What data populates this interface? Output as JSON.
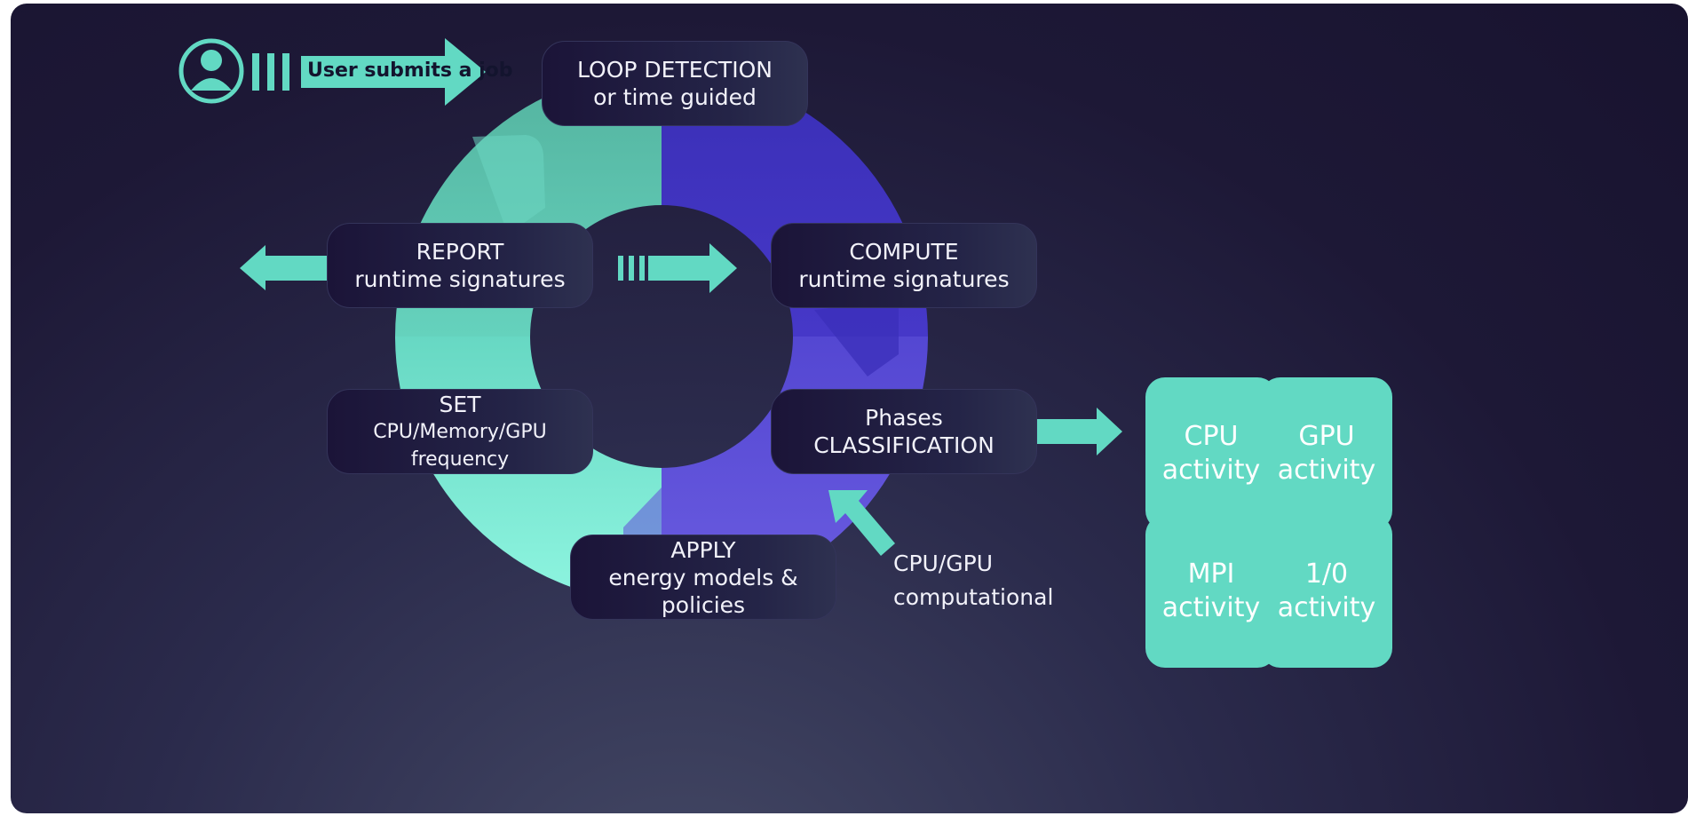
{
  "colors": {
    "teal": "#62d9c3",
    "mint": "#8ef5e0",
    "indigo_dark": "#3d2fb8",
    "indigo_light": "#6657db",
    "background": "#1d1836"
  },
  "icons": [
    "user-icon",
    "stripes-icon",
    "arrow-right-icon",
    "arrow-left-icon",
    "arrow-diagonal-icon"
  ],
  "submit_text": "User submits a job",
  "boxes": {
    "loop": {
      "line1": "LOOP DETECTION",
      "line2": "or time guided"
    },
    "report": {
      "line1": "REPORT",
      "line2": "runtime signatures"
    },
    "compute": {
      "line1": "COMPUTE",
      "line2": "runtime signatures"
    },
    "set": {
      "line1": "SET",
      "line2": "CPU/Memory/GPU frequency"
    },
    "phases": {
      "line1": "Phases",
      "line2": "CLASSIFICATION"
    },
    "apply": {
      "line1": "APPLY",
      "line2": "energy models & policies"
    }
  },
  "computational": {
    "line1": "CPU/GPU",
    "line2": "computational"
  },
  "tiles": [
    {
      "line1": "CPU",
      "line2": "activity"
    },
    {
      "line1": "GPU",
      "line2": "activity"
    },
    {
      "line1": "MPI",
      "line2": "activity"
    },
    {
      "line1": "1/0",
      "line2": "activity"
    }
  ]
}
